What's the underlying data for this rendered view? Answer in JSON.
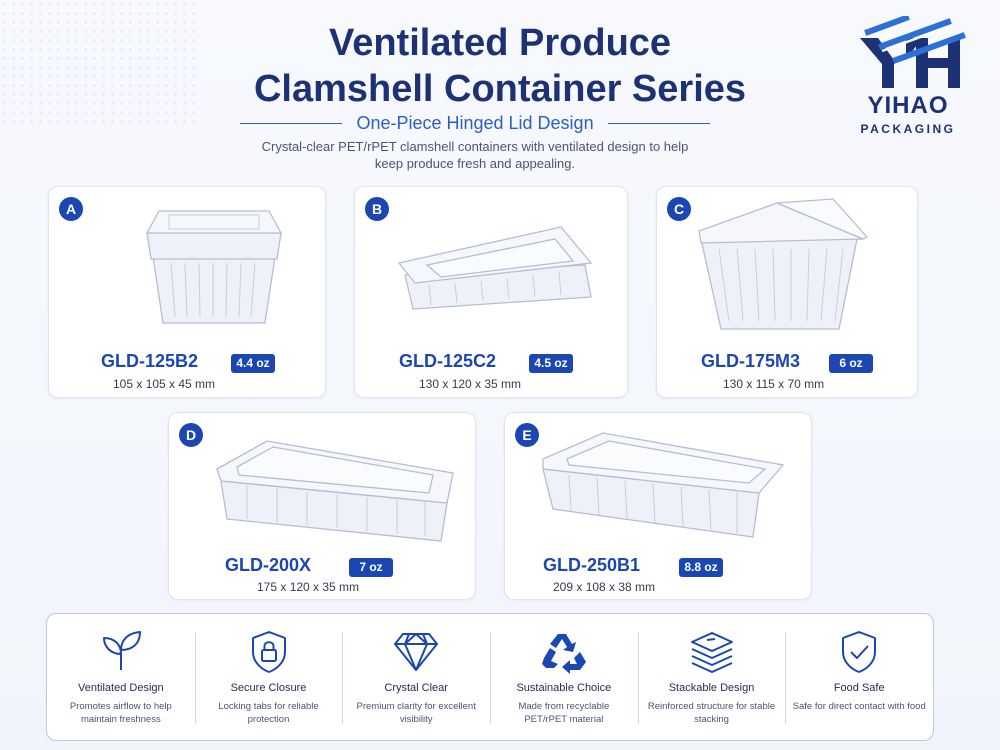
{
  "header": {
    "title_line1": "Ventilated Produce",
    "title_line2": "Clamshell Container Series",
    "subtitle": "One-Piece Hinged Lid Design",
    "description": "Crystal-clear PET/rPET clamshell containers with ventilated design to help keep produce fresh and appealing."
  },
  "logo": {
    "name": "YIHAO",
    "sub": "PACKAGING",
    "mark": "YH-monogram-icon"
  },
  "colors": {
    "brand": "#1c3274",
    "accent": "#1c47b3",
    "line": "#2f5ec4"
  },
  "products": [
    {
      "letter": "A",
      "model": "GLD-125B2",
      "capacity": "4.4 oz",
      "dims": "105 x 105 x 45 mm"
    },
    {
      "letter": "B",
      "model": "GLD-125C2",
      "capacity": "4.5 oz",
      "dims": "130 x 120 x 35 mm"
    },
    {
      "letter": "C",
      "model": "GLD-175M3",
      "capacity": "6 oz",
      "dims": "130 x 115 x 70 mm"
    },
    {
      "letter": "D",
      "model": "GLD-200X",
      "capacity": "7 oz",
      "dims": "175 x 120 x 35 mm"
    },
    {
      "letter": "E",
      "model": "GLD-250B1",
      "capacity": "8.8 oz",
      "dims": "209 x 108 x 38 mm"
    }
  ],
  "features": [
    {
      "icon": "leaf-icon",
      "title": "Ventilated Design",
      "desc": "Promotes airflow to help maintain freshness"
    },
    {
      "icon": "lock-shield-icon",
      "title": "Secure Closure",
      "desc": "Locking tabs for reliable protection"
    },
    {
      "icon": "diamond-icon",
      "title": "Crystal Clear",
      "desc": "Premium clarity for excellent visibility"
    },
    {
      "icon": "recycle-icon",
      "title": "Sustainable Choice",
      "desc": "Made from recyclable PET/rPET material"
    },
    {
      "icon": "stack-icon",
      "title": "Stackable Design",
      "desc": "Reinforced structure for stable stacking"
    },
    {
      "icon": "check-shield-icon",
      "title": "Food Safe",
      "desc": "Safe for direct contact with food"
    }
  ]
}
